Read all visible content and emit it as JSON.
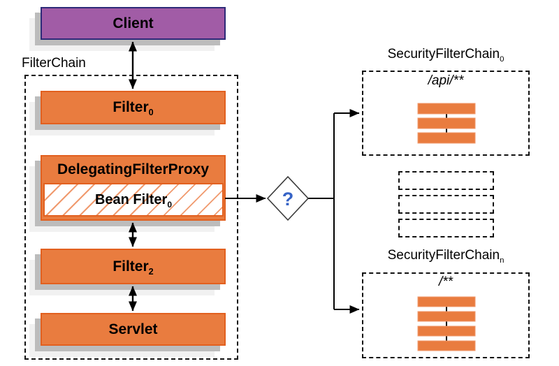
{
  "colors": {
    "orange": "#E97C3F",
    "orange_border": "#E2601F",
    "orange_light": "#F09A6E",
    "purple": "#A15CA6",
    "purple_border": "#2D2A78",
    "question_blue": "#3663C6",
    "shadow1": "#BCBCBC",
    "shadow2": "#F1F1F1",
    "line": "#111111"
  },
  "client_box": {
    "label": "Client"
  },
  "filter_chain": {
    "label": "FilterChain",
    "filter_top": {
      "text": "Filter",
      "sub": "0"
    },
    "delegating_filter_proxy": {
      "title": "DelegatingFilterProxy",
      "bean_filter": {
        "text": "Bean Filter",
        "sub": "0"
      }
    },
    "filter_bottom": {
      "text": "Filter",
      "sub": "2"
    },
    "servlet": {
      "label": "Servlet"
    }
  },
  "decision": {
    "label": "?"
  },
  "security_filter_chains": [
    {
      "title": "SecurityFilterChain",
      "sub": "0",
      "url_pattern": "/api/**",
      "filter_count": 3
    },
    {
      "title": "SecurityFilterChain",
      "sub": "n",
      "url_pattern": "/**",
      "filter_count": 4
    }
  ],
  "collapsed_chains_count": 3
}
